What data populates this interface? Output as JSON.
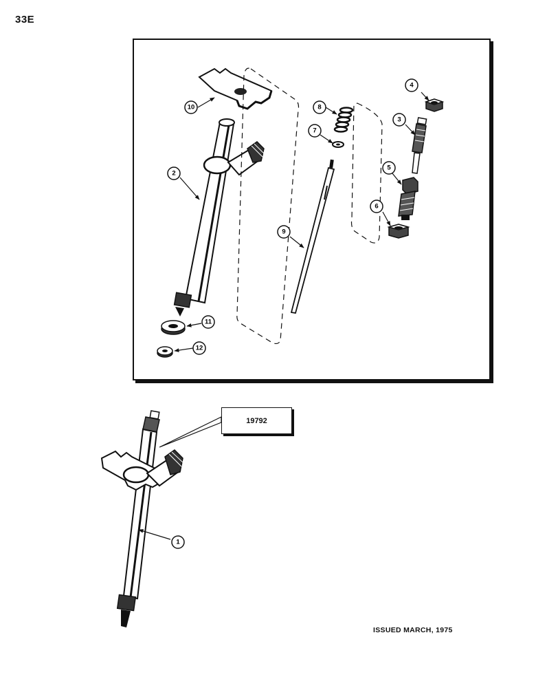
{
  "page": {
    "number": "33E",
    "issued": "ISSUED MARCH, 1975"
  },
  "callout": {
    "label": "19792"
  },
  "parts": [
    {
      "id": "p1",
      "label": "1"
    },
    {
      "id": "p2",
      "label": "2"
    },
    {
      "id": "p3",
      "label": "3"
    },
    {
      "id": "p4",
      "label": "4"
    },
    {
      "id": "p5",
      "label": "5"
    },
    {
      "id": "p6",
      "label": "6"
    },
    {
      "id": "p7",
      "label": "7"
    },
    {
      "id": "p8",
      "label": "8"
    },
    {
      "id": "p9",
      "label": "9"
    },
    {
      "id": "p10",
      "label": "10"
    },
    {
      "id": "p11",
      "label": "11"
    },
    {
      "id": "p12",
      "label": "12"
    }
  ]
}
